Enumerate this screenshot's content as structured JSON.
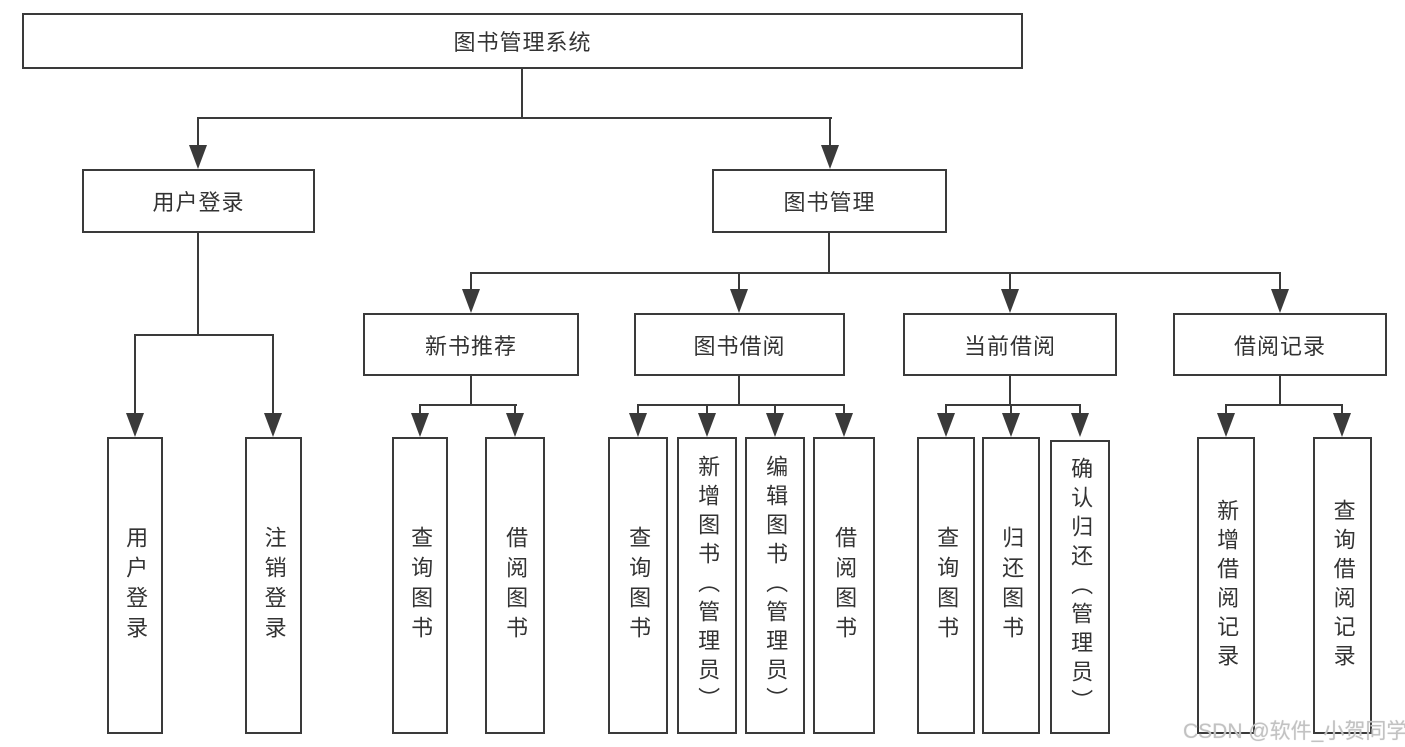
{
  "diagram": {
    "type": "hierarchy-tree",
    "root": {
      "label": "图书管理系统"
    },
    "branches": [
      {
        "label": "用户登录",
        "children": [
          {
            "label": "用户登录"
          },
          {
            "label": "注销登录"
          }
        ]
      },
      {
        "label": "图书管理",
        "children": [
          {
            "label": "新书推荐",
            "children": [
              {
                "label": "查询图书"
              },
              {
                "label": "借阅图书"
              }
            ]
          },
          {
            "label": "图书借阅",
            "children": [
              {
                "label": "查询图书"
              },
              {
                "label": "新增图书（管理员）"
              },
              {
                "label": "编辑图书（管理员）"
              },
              {
                "label": "借阅图书"
              }
            ]
          },
          {
            "label": "当前借阅",
            "children": [
              {
                "label": "查询图书"
              },
              {
                "label": "归还图书"
              },
              {
                "label": "确认归还（管理员）"
              }
            ]
          },
          {
            "label": "借阅记录",
            "children": [
              {
                "label": "新增借阅记录"
              },
              {
                "label": "查询借阅记录"
              }
            ]
          }
        ]
      }
    ]
  },
  "watermark": {
    "text": "CSDN @软件_小贺同学",
    "color": "#c2c2c2"
  },
  "colors": {
    "line": "#3a3a3a",
    "text": "#333333",
    "background": "#ffffff"
  }
}
